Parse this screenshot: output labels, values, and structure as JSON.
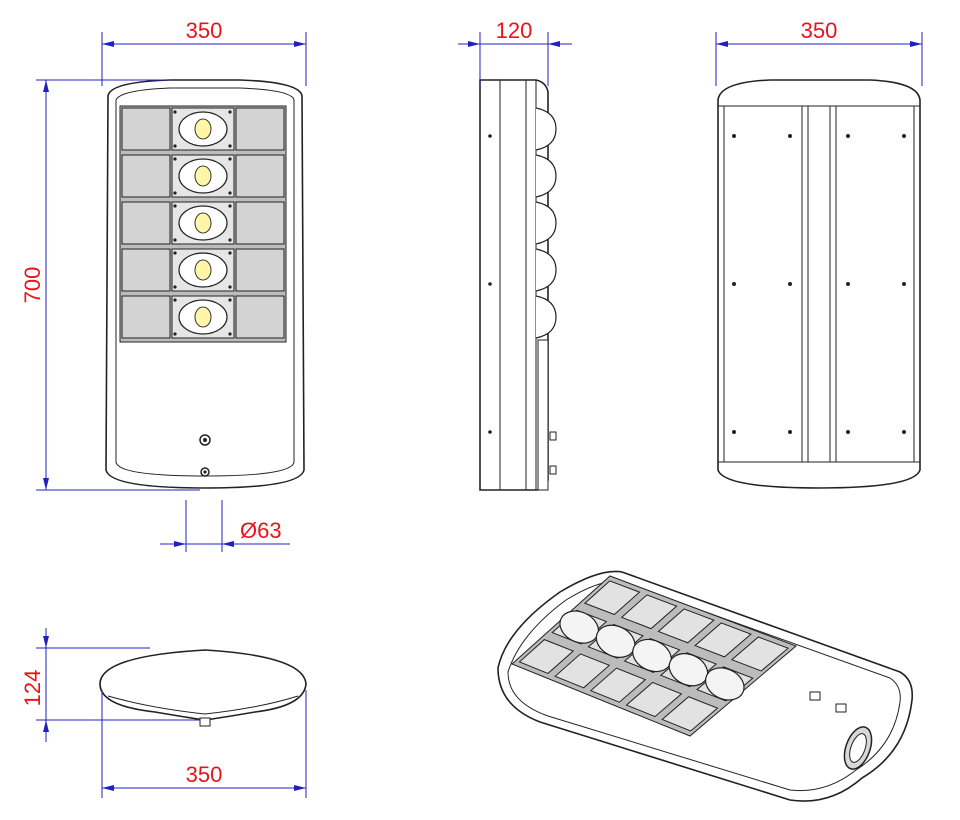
{
  "dimensions": {
    "front_width": "350",
    "front_height": "700",
    "side_width": "120",
    "back_width": "350",
    "pole_diameter": "Ø63",
    "bottom_height": "124",
    "bottom_width": "350"
  },
  "colors": {
    "dimension_text": "#e8141c",
    "dimension_lines": "#2020c0",
    "outline": "#222222",
    "panel": "#d3d3d3",
    "led": "#fff6a8"
  },
  "led_module_count": 5
}
